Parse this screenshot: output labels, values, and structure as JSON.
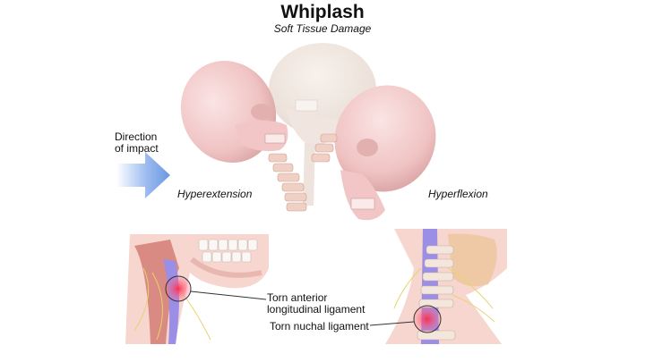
{
  "title": "Whiplash",
  "subtitle": "Soft Tissue Damage",
  "impact": {
    "line1": "Direction",
    "line2": "of impact",
    "arrow_color": "#7ea8e8"
  },
  "labels": {
    "hyperextension": "Hyperextension",
    "hyperflexion": "Hyperflexion",
    "torn_anterior_line1": "Torn anterior",
    "torn_anterior_line2": "longitudinal ligament",
    "torn_nuchal": "Torn nuchal ligament"
  },
  "colors": {
    "bone": "#f4cfcf",
    "bone_shadow": "#d9a3a3",
    "ghost_skull": "#efe3dc",
    "muscle": "#d9807a",
    "spine": "#9b8ee6",
    "injury": "#ff3050"
  }
}
